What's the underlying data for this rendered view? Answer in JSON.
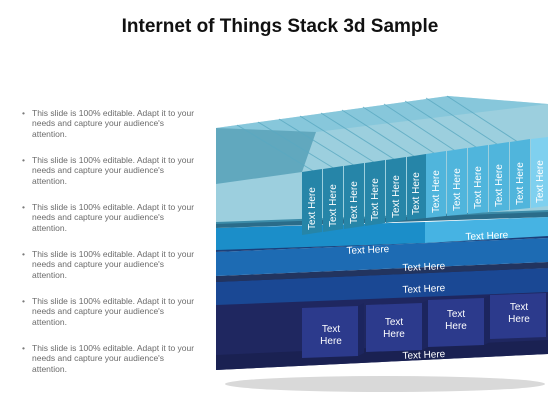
{
  "title": "Internet of Things Stack 3d Sample",
  "bullets": [
    "This slide is 100% editable. Adapt it to your needs and capture your audience's attention.",
    "This slide is 100% editable. Adapt it to your needs and capture your audience's attention.",
    "This slide is 100% editable. Adapt it to your needs and capture your audience's attention.",
    "This slide is 100% editable. Adapt it to your needs and capture your audience's attention.",
    "This slide is 100% editable. Adapt it to your needs and capture your audience's attention.",
    "This slide is 100% editable. Adapt it to your needs and capture your audience's attention."
  ],
  "stack": {
    "top_vertical_labels": [
      "Text Here",
      "Text Here",
      "Text Here",
      "Text Here",
      "Text Here",
      "Text Here",
      "Text Here",
      "Text Here",
      "Text Here",
      "Text Here",
      "Text Here",
      "Text Here"
    ],
    "layer_left_label": "Text Here",
    "layer_right_label": "Text Here",
    "layer_3_label": "Text Here",
    "layer_4_label": "Text Here",
    "box_labels": [
      "Text\nHere",
      "Text\nHere",
      "Text\nHere",
      "Text\nHere"
    ],
    "bottom_label": "Text Here"
  },
  "colors": {
    "teal_dark": "#2f8aa6",
    "teal_light": "#5cc4e6",
    "blue_mid": "#1f78c0",
    "blue_dark": "#1b4f9a",
    "navy": "#242e6e",
    "navy_box": "#2c3a8c"
  }
}
